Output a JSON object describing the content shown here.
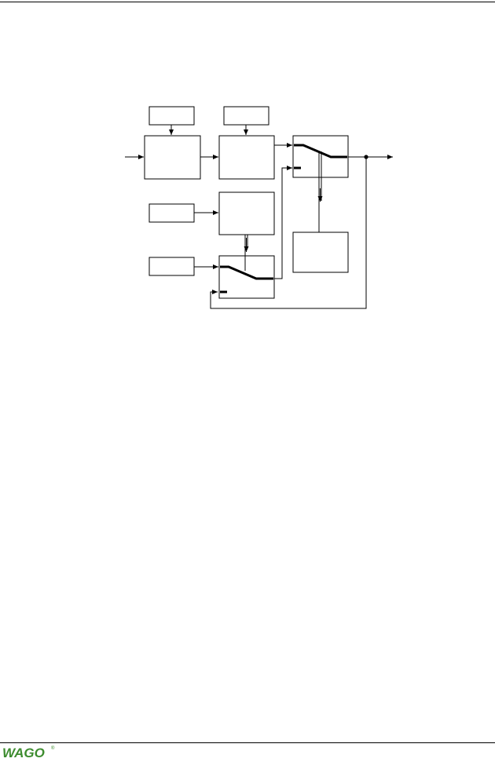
{
  "header": {
    "rule": "header-rule"
  },
  "diagram": {
    "type": "block-diagram",
    "blocks": [
      "top-left-small-box",
      "top-middle-small-box",
      "main-block-1",
      "main-block-2",
      "switch-block-top",
      "left-small-box-middle",
      "middle-block",
      "left-small-box-lower",
      "switch-block-bottom",
      "right-block"
    ],
    "junction": "output-junction-dot",
    "colors": {
      "line": "#000000",
      "background": "#ffffff"
    }
  },
  "footer": {
    "logo_text": "WAGO",
    "logo_mark": "®",
    "colors": {
      "logo": "#3d8c2f"
    }
  }
}
